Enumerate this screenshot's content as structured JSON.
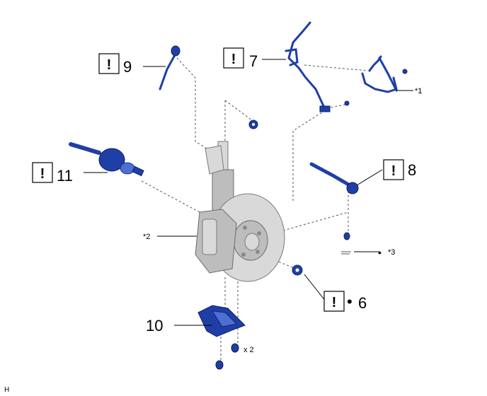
{
  "warning_glyph": "!",
  "bullet_glyph": "•",
  "callouts": {
    "c6": "6",
    "c7": "7",
    "c8": "8",
    "c9": "9",
    "c10": "10",
    "c11": "11"
  },
  "notes": {
    "n1": "*1",
    "n2": "*2",
    "n3": "*3"
  },
  "quantity": "x 2",
  "corner_code": "H",
  "colors": {
    "part_blue": "#1f3fa6",
    "metal_grey": "#d9d9d9"
  }
}
